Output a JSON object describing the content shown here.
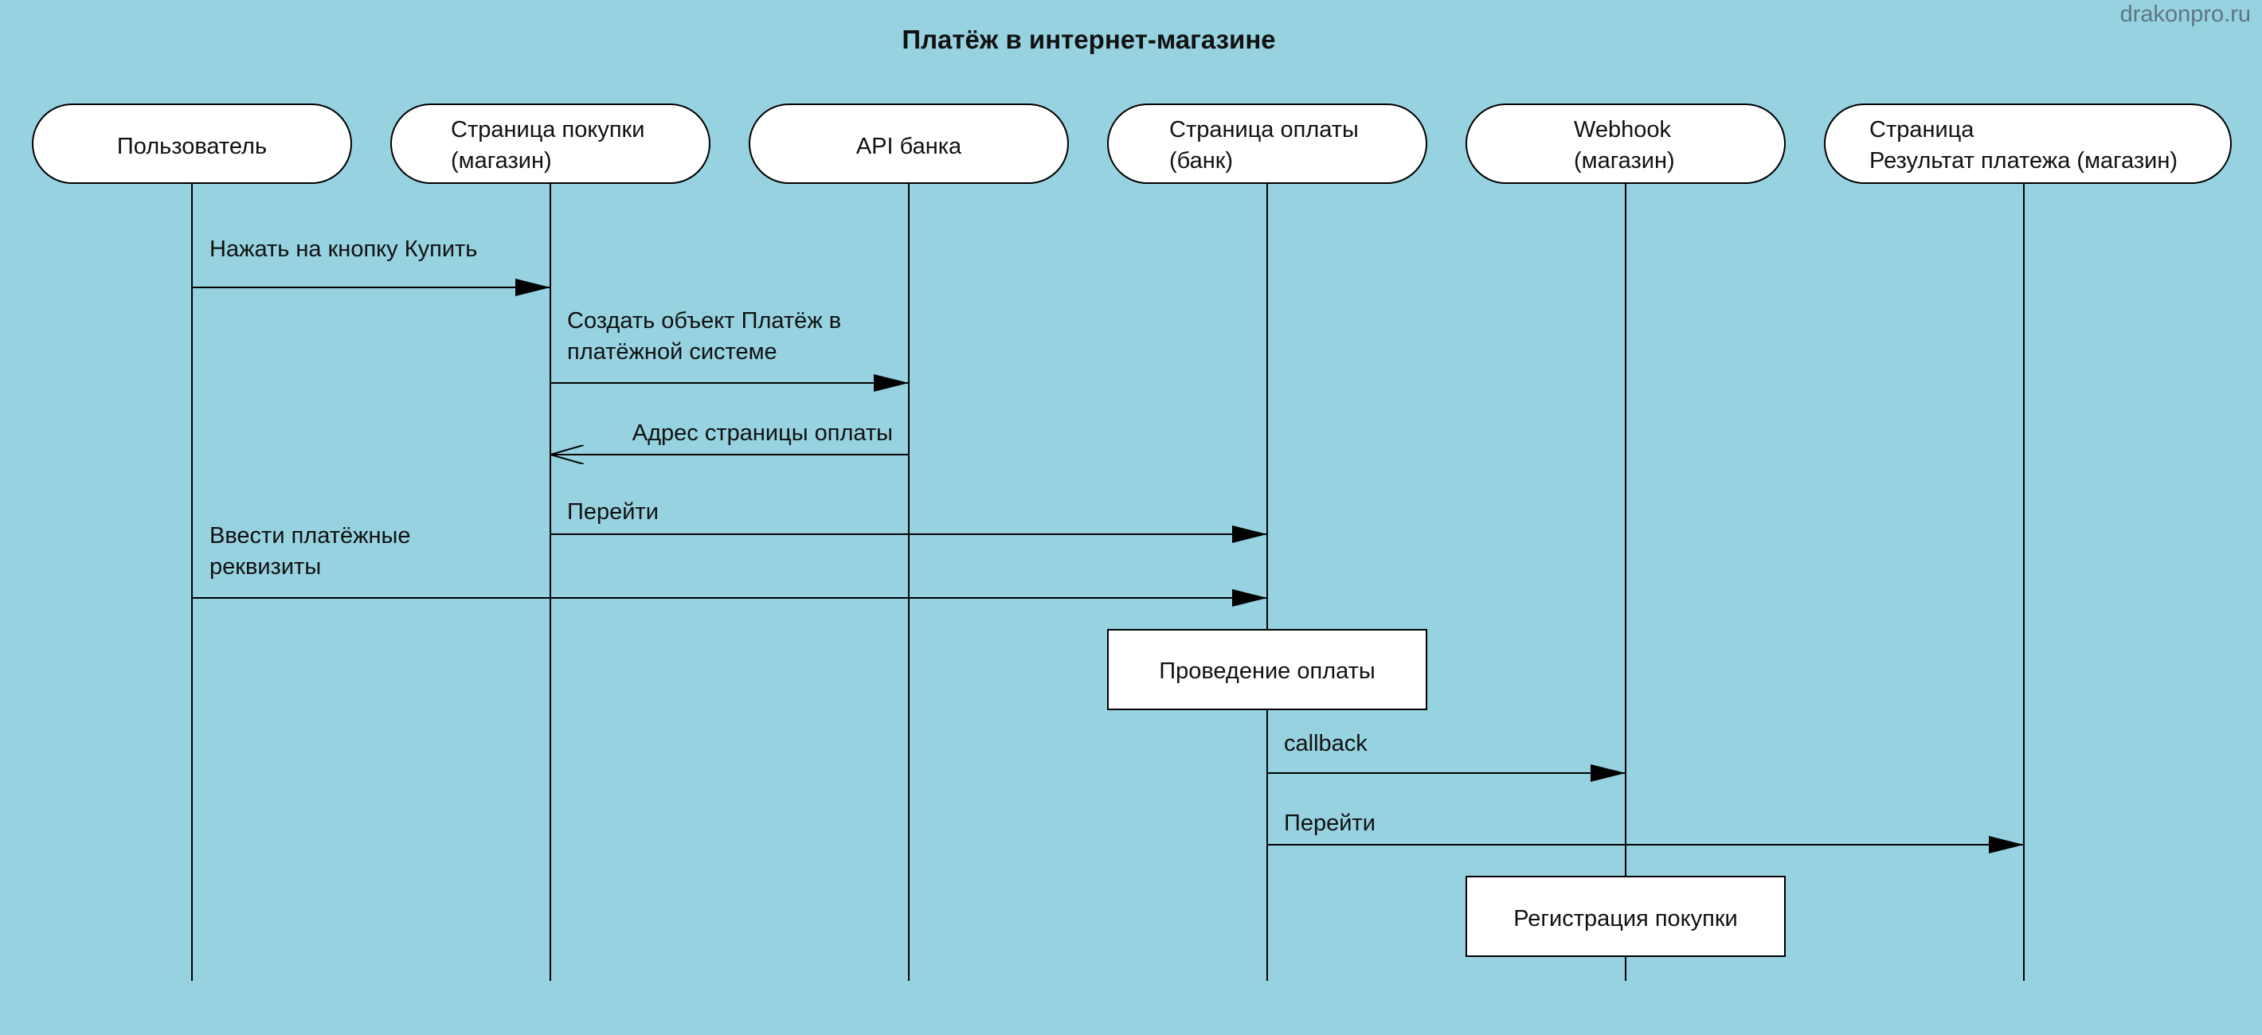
{
  "title": "Платёж в интернет-магазине",
  "watermark": "drakonpro.ru",
  "colors": {
    "background": "#96d2e0",
    "shape_fill": "#ffffff",
    "line": "#000000"
  },
  "actors": [
    {
      "lines": [
        "Пользователь"
      ]
    },
    {
      "lines": [
        "Страница покупки",
        "(магазин)"
      ]
    },
    {
      "lines": [
        "API банка"
      ]
    },
    {
      "lines": [
        "Страница оплаты",
        "(банк)"
      ]
    },
    {
      "lines": [
        "Webhook",
        "(магазин)"
      ]
    },
    {
      "lines": [
        "Страница",
        "Результат платежа (магазин)"
      ]
    }
  ],
  "messages": [
    {
      "lines": [
        "Нажать на кнопку Купить"
      ]
    },
    {
      "lines": [
        "Создать объект Платёж в",
        "платёжной системе"
      ]
    },
    {
      "lines": [
        "Адрес страницы оплаты"
      ]
    },
    {
      "lines": [
        "Перейти"
      ]
    },
    {
      "lines": [
        "Ввести платёжные",
        "реквизиты"
      ]
    },
    {
      "lines": [
        "callback"
      ]
    },
    {
      "lines": [
        "Перейти"
      ]
    }
  ],
  "activities": [
    {
      "label": "Проведение оплаты"
    },
    {
      "label": "Регистрация покупки"
    }
  ]
}
